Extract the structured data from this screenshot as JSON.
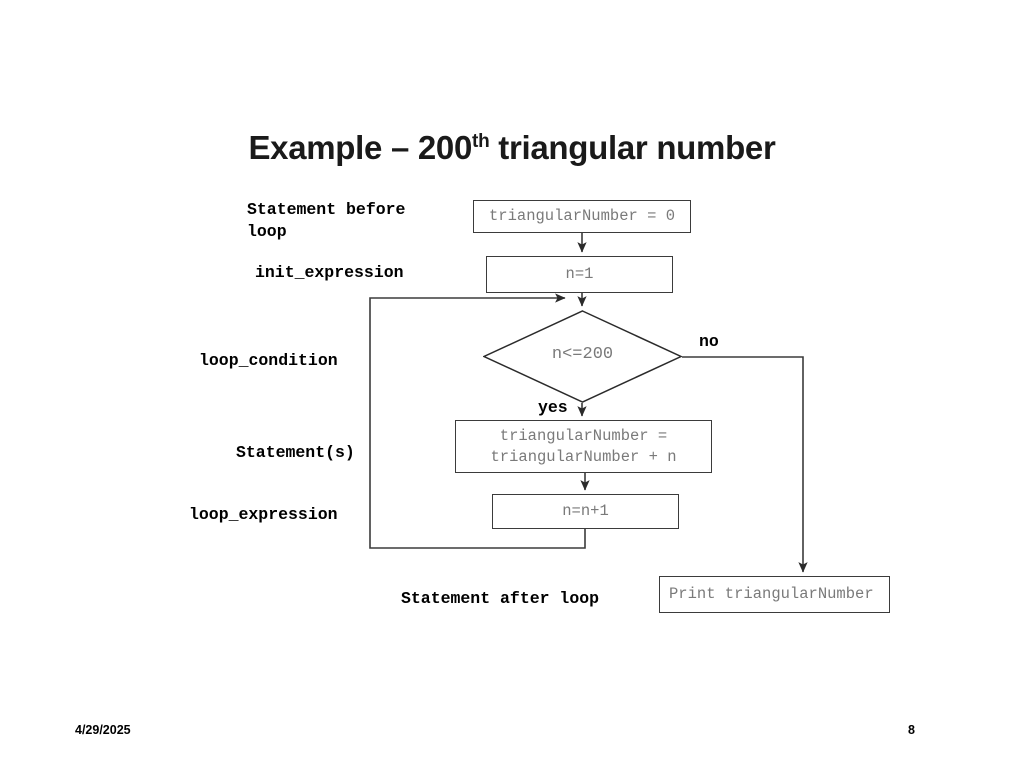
{
  "slide": {
    "title_main": "Example – 200",
    "title_sup": "th",
    "title_rest": " triangular number",
    "footer_date": "4/29/2025",
    "footer_page": "8",
    "background": "#ffffff"
  },
  "annotations": {
    "statement_before_loop": "Statement before\nloop",
    "init_expression": "init_expression",
    "loop_condition": "loop_condition",
    "statements": "Statement(s)",
    "loop_expression": "loop_expression",
    "statement_after_loop": "Statement after loop"
  },
  "flowchart": {
    "type": "flowchart",
    "node_text_color": "#7a7a7a",
    "node_border_color": "#3b3b3b",
    "connector_color": "#3b3b3b",
    "nodes": [
      {
        "id": "init_tn",
        "shape": "process",
        "text": "triangularNumber = 0"
      },
      {
        "id": "n_init",
        "shape": "process",
        "text": "n=1"
      },
      {
        "id": "cond",
        "shape": "decision",
        "text": "n<=200"
      },
      {
        "id": "body",
        "shape": "process",
        "text": "triangularNumber =\ntriangularNumber + n"
      },
      {
        "id": "incr",
        "shape": "process",
        "text": "n=n+1"
      },
      {
        "id": "print",
        "shape": "process",
        "text": "Print triangularNumber"
      }
    ],
    "branches": {
      "yes": "yes",
      "no": "no"
    },
    "edges": [
      {
        "from": "init_tn",
        "to": "n_init",
        "label": ""
      },
      {
        "from": "n_init",
        "to": "cond",
        "label": ""
      },
      {
        "from": "cond",
        "to": "body",
        "label": "yes"
      },
      {
        "from": "body",
        "to": "incr",
        "label": ""
      },
      {
        "from": "incr",
        "to": "cond",
        "label": ""
      },
      {
        "from": "cond",
        "to": "print",
        "label": "no"
      }
    ]
  }
}
